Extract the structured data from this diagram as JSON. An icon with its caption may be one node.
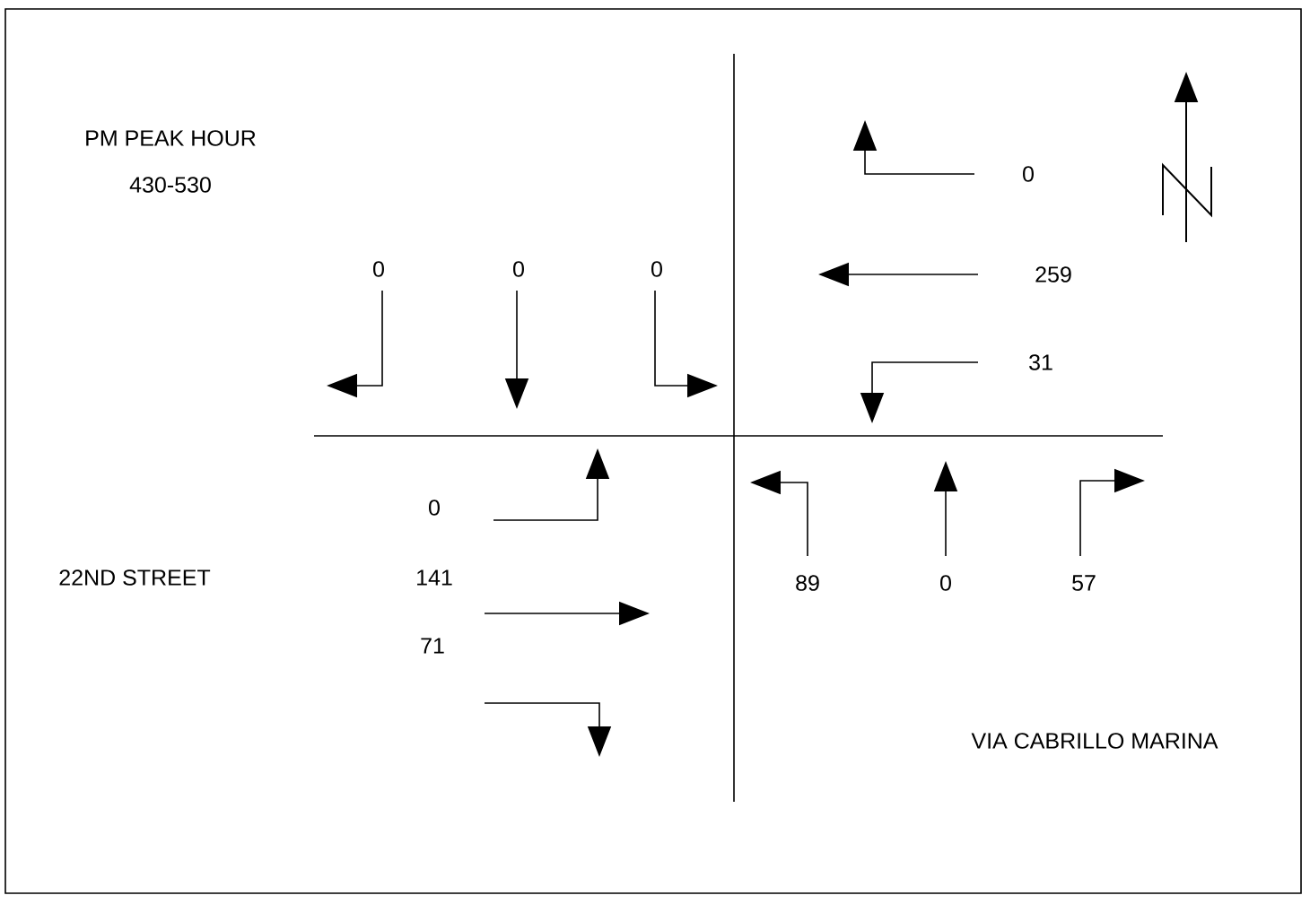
{
  "diagram": {
    "labels": [
      "PM PEAK HOUR",
      "430-530",
      "0",
      "0",
      "0",
      "0",
      "259",
      "31",
      "0",
      "141",
      "71",
      "22ND STREET",
      "89",
      "0",
      "57",
      "VIA CABRILLO MARINA"
    ]
  }
}
